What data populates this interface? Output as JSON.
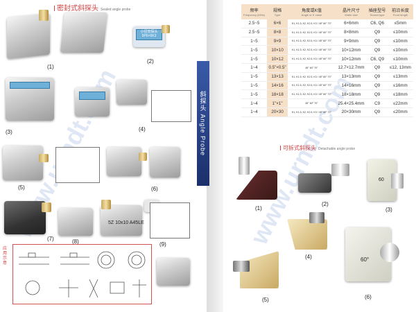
{
  "sealed_title": "密封式斜探头",
  "sealed_subtitle": "Sealed angle probe",
  "sealed_captions": [
    "(1)",
    "(2)",
    "(3)",
    "(4)",
    "(5)",
    "(6)",
    "(7)",
    "(8)",
    "(9)"
  ],
  "probe_labels": {
    "p2_line1": "小径管探头",
    "p2_line2": "5P6×6K3",
    "p8": "5Z 10x10 A45LE"
  },
  "side_band_text": "斜探头 Angle Probe",
  "redbox_label": "应用示意",
  "watermark": "www.urndt.com",
  "table": {
    "headers": [
      {
        "cn": "频率",
        "en": "Frequency (MHz)"
      },
      {
        "cn": "规格",
        "en": "Type"
      },
      {
        "cn": "角度或K值",
        "en": "Angle or K value"
      },
      {
        "cn": "晶片尺寸",
        "en": "Wafer size"
      },
      {
        "cn": "插座型号",
        "en": "Socket type"
      },
      {
        "cn": "前沿长度",
        "en": "Front length"
      }
    ],
    "rows": [
      [
        "2.5~5",
        "6×6",
        "K1, K1.5, K2, K2.5, K3 / 45° 60° 70°",
        "6×6mm",
        "C6, Q6",
        "≤5mm"
      ],
      [
        "2.5~5",
        "8×8",
        "K1, K1.5, K2, K2.5, K3 / 45° 60° 70°",
        "8×8mm",
        "Q9",
        "≤10mm"
      ],
      [
        "1~5",
        "9×9",
        "K1, K1.5, K2, K2.5, K3 / 45° 60° 70°",
        "9×9mm",
        "Q9",
        "≤10mm"
      ],
      [
        "1~5",
        "10×10",
        "K1, K1.5, K2, K2.5, K3 / 45° 60° 70°",
        "10×12mm",
        "Q9",
        "≤10mm"
      ],
      [
        "1~5",
        "10×12",
        "K1, K1.5, K2, K2.5, K3 / 45° 60° 70°",
        "10×12mm",
        "C6, Q9",
        "≤10mm"
      ],
      [
        "1~4",
        "0.5\"×0.5\"",
        "45° 60° 70°",
        "12.7×12.7mm",
        "Q9",
        "≤12, 13mm"
      ],
      [
        "1~5",
        "13×13",
        "K1, K1.5, K2, K2.5, K3 / 45° 60° 70°",
        "13×13mm",
        "Q9",
        "≤13mm"
      ],
      [
        "1~5",
        "14×16",
        "K1, K1.5, K2, K2.5, K3 / 45° 60° 70°",
        "14×16mm",
        "Q9",
        "≤16mm"
      ],
      [
        "1~5",
        "18×18",
        "K1, K1.5, K2, K2.5, K3 / 45° 60° 70°",
        "18×18mm",
        "Q9",
        "≤18mm"
      ],
      [
        "1~4",
        "1\"×1\"",
        "45° 60° 70°",
        "25.4×25.4mm",
        "C9",
        "≤22mm"
      ],
      [
        "1~4",
        "20×30",
        "K1, K1.5, K2, K2.5, K3 / 45° 60° 70°",
        "20×30mm",
        "Q9",
        "≤20mm"
      ]
    ]
  },
  "det_title": "可拆式斜探头",
  "det_subtitle": "Detachable angle probe",
  "det_captions": [
    "(1)",
    "(2)",
    "(3)",
    "(4)",
    "(5)",
    "(6)"
  ],
  "block_labels": {
    "b3": "60",
    "b6": "60°"
  }
}
